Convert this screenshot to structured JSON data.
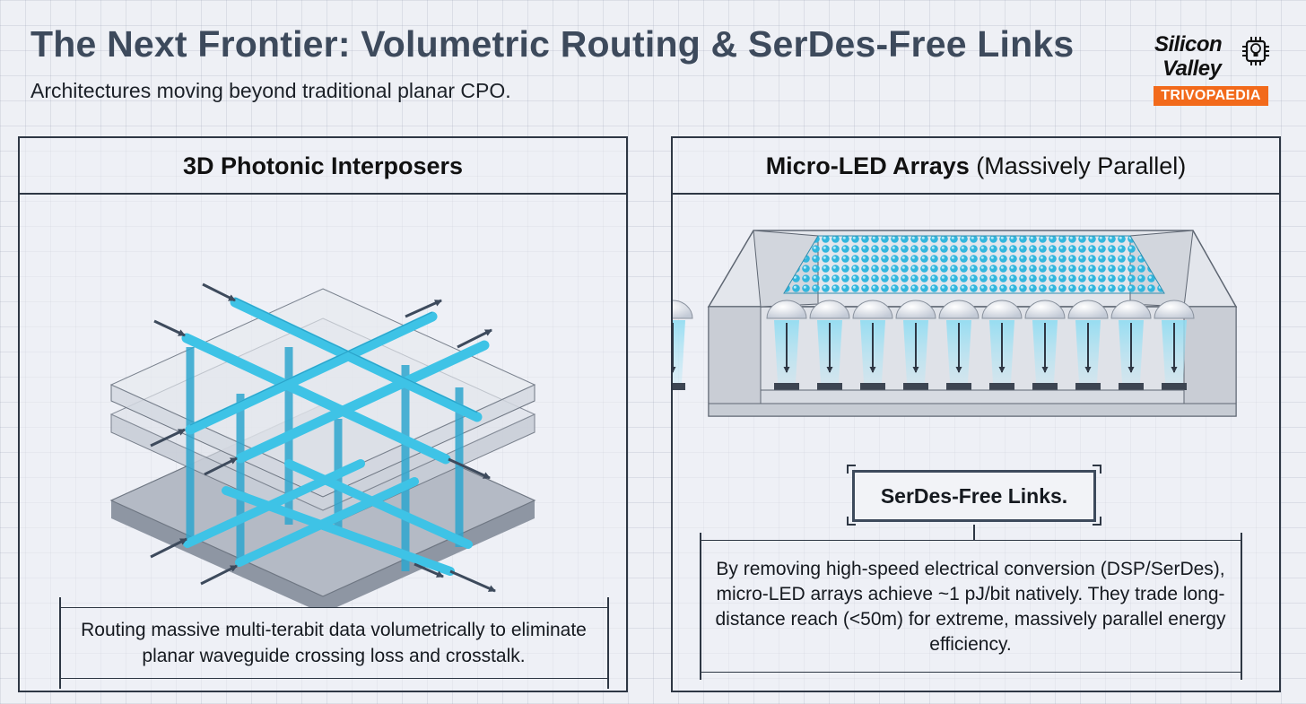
{
  "header": {
    "title": "The Next Frontier: Volumetric Routing & SerDes-Free Links",
    "subtitle": "Architectures moving beyond traditional planar CPO."
  },
  "logo": {
    "line1": "Silicon",
    "line2": "Valley",
    "band": "TRIVOPAEDIA",
    "band_color": "#f26a1b"
  },
  "left_panel": {
    "heading": "3D Photonic Interposers",
    "caption": "Routing massive multi-terabit data volumetrically to eliminate planar waveguide crossing loss and crosstalk."
  },
  "right_panel": {
    "heading_bold": "Micro-LED Arrays",
    "heading_rest": " (Massively Parallel)",
    "callout": "SerDes-Free Links.",
    "caption": "By removing high-speed electrical conversion (DSP/SerDes), micro-LED arrays achieve ~1 pJ/bit natively. They trade long-distance reach (<50m) for extreme, massively parallel energy efficiency."
  },
  "colors": {
    "accent_cyan": "#3ec3e6",
    "frame": "#2e3744",
    "title": "#3d4a5c"
  }
}
